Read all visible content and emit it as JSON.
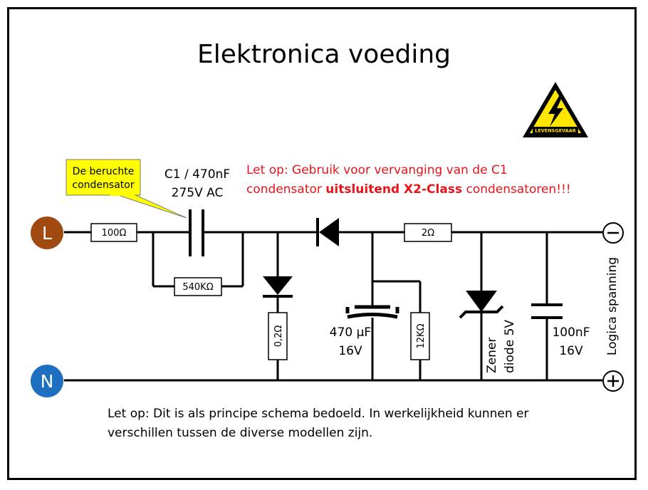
{
  "title": "Elektronica voeding",
  "callout": {
    "line1": "De beruchte",
    "line2": "condensator"
  },
  "warning": {
    "line1": "Let op: Gebruik voor vervanging van de C1",
    "line2_pre": "condensator ",
    "line2_bold": "uitsluitend X2-Class",
    "line2_post": " condensatoren!!!",
    "color": "#e8141b"
  },
  "hazard_sign": {
    "text": "LEVENSGEVAAR",
    "icon": "high-voltage-icon",
    "color": "#ffe600"
  },
  "terminals": {
    "L": "L",
    "N": "N",
    "minus": "−",
    "plus": "+",
    "L_color": "#a04a12",
    "N_color": "#1e6fbf"
  },
  "components": {
    "r_series": "100Ω",
    "c1_line1": "C1 / 470nF",
    "c1_line2": "275V AC",
    "r_bleed": "540KΩ",
    "r_02": "0,2Ω",
    "r_2": "2Ω",
    "cap_470_line1": "470 µF",
    "cap_470_line2": "16V",
    "r_12k": "12KΩ",
    "zener_line1": "Zener",
    "zener_line2": "diode 5V",
    "cap_100_line1": "100nF",
    "cap_100_line2": "16V"
  },
  "output_label": "Logica spanning",
  "note": {
    "line1": "Let op: Dit is als principe schema bedoeld. In werkelijkheid kunnen er",
    "line2": "verschillen tussen de diverse modellen zijn."
  }
}
